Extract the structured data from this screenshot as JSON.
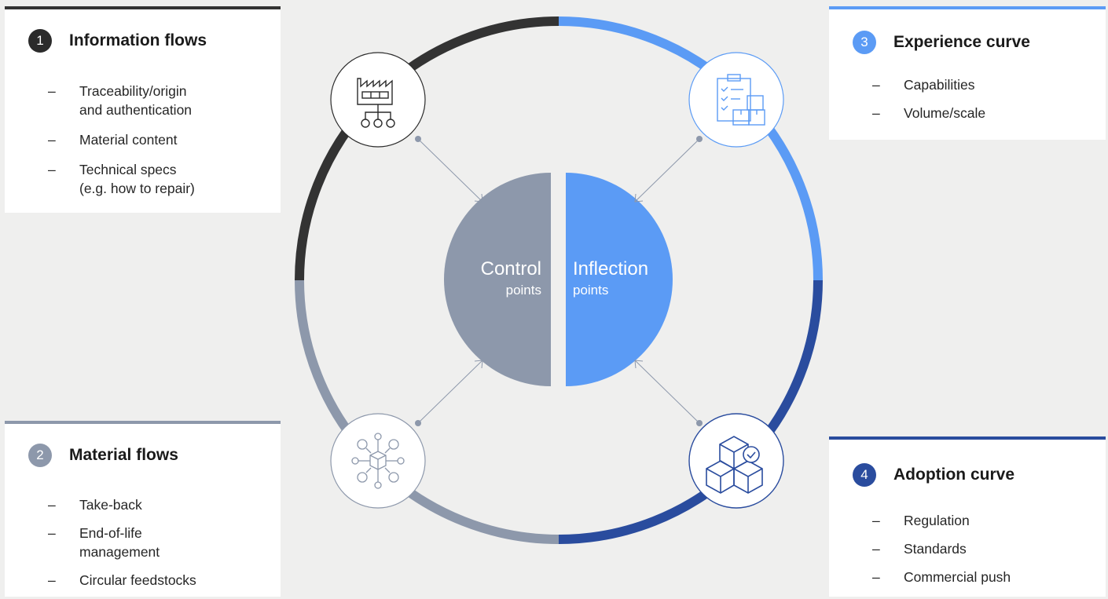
{
  "cards": [
    {
      "number": "1",
      "title": "Information flows",
      "accent": "#333333",
      "badge_color": "#2b2b2b",
      "items": [
        "Traceability/origin\nand authentication",
        "Material content",
        "Technical specs\n(e.g. how to repair)"
      ]
    },
    {
      "number": "2",
      "title": "Material flows",
      "accent": "#8d98ab",
      "badge_color": "#8d98ab",
      "items": [
        "Take-back",
        "End-of-life\nmanagement",
        "Circular feedstocks"
      ]
    },
    {
      "number": "3",
      "title": "Experience curve",
      "accent": "#5b9bf5",
      "badge_color": "#5b9bf5",
      "items": [
        "Capabilities",
        "Volume/scale"
      ]
    },
    {
      "number": "4",
      "title": "Adoption curve",
      "accent": "#2a4c9e",
      "badge_color": "#2a4c9e",
      "items": [
        "Regulation",
        "Standards",
        "Commercial push"
      ]
    }
  ],
  "dash": "–",
  "center": {
    "left_main": "Control",
    "left_sub": "points",
    "right_main": "Inflection",
    "right_sub": "points",
    "left_color": "#8d98ab",
    "right_color": "#5b9bf5"
  },
  "icons": [
    "factory-icon",
    "clipboard-boxes-icon",
    "network-cube-icon",
    "stacked-boxes-check-icon"
  ],
  "ring_colors": {
    "top_left": "#333333",
    "top_right": "#5b9bf5",
    "bottom_right": "#2a4c9e",
    "bottom_left": "#8d98ab"
  }
}
